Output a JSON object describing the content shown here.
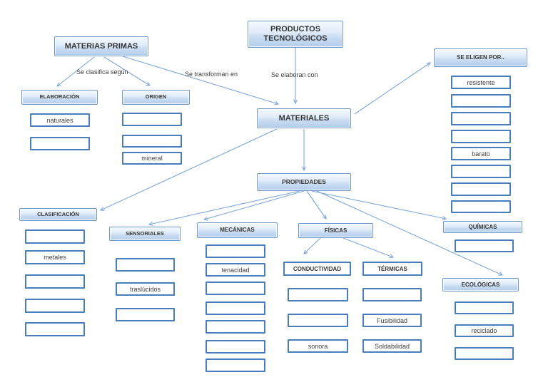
{
  "nodes": {
    "materias_primas": "MATERIAS PRIMAS",
    "productos": "PRODUCTOS TECNOLÓGICOS",
    "se_eligen": "SE ELIGEN POR..",
    "elaboracion": "ELABORACIÓN",
    "origen": "ORIGEN",
    "materiales": "MATERIALES",
    "propiedades": "PROPIEDADES",
    "clasificacion": "CLASIFICACIÓN",
    "sensoriales": "SENSORIALES",
    "mecanicas": "MECÁNICAS",
    "fisicas": "FÍSICAS",
    "conductividad": "CONDUCTIVIDAD",
    "termicas": "TÉRMICAS",
    "quimicas": "QUÍMICAS",
    "ecologicas": "ECOLÓGICAS"
  },
  "edge_labels": {
    "clasifica": "Se clasifica según",
    "transforman": "Se transforman  en",
    "elaboran": "Se elaboran con"
  },
  "items": {
    "elaboracion": [
      "naturales",
      ""
    ],
    "origen": [
      "",
      "",
      "mineral"
    ],
    "se_eligen": [
      "resistente",
      "",
      "",
      "",
      "barato",
      "",
      "",
      ""
    ],
    "clasificacion": [
      "",
      "metales",
      "",
      "",
      ""
    ],
    "sensoriales": [
      "",
      "traslúcidos",
      ""
    ],
    "mecanicas": [
      "",
      "tenacidad",
      "",
      "",
      "",
      "",
      ""
    ],
    "conductividad": [
      "",
      "",
      "sonora"
    ],
    "termicas": [
      "",
      "Fusibilidad",
      "Soldabilidad"
    ],
    "quimicas": [
      ""
    ],
    "ecologicas": [
      "",
      "reciclado",
      ""
    ]
  },
  "colors": {
    "node_border": "#6d96c7",
    "node_fill_top": "#f4f9fe",
    "node_fill_bottom": "#b3cdea",
    "item_border": "#4a7ebb",
    "arrow": "#7da7d9",
    "text": "#3c3c3c"
  }
}
